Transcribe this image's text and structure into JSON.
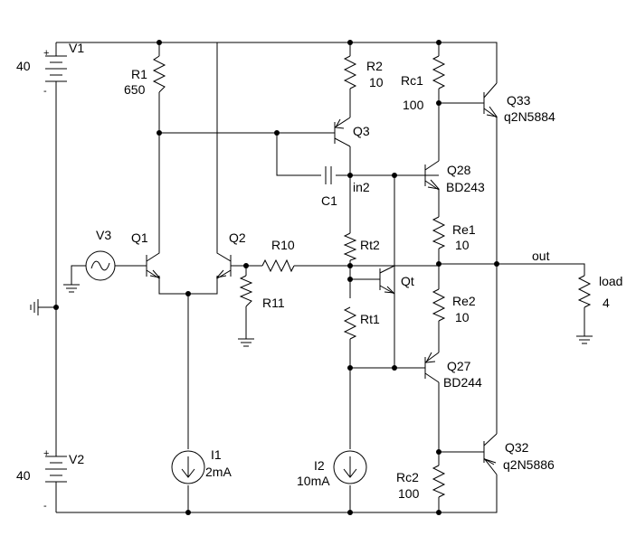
{
  "V1": {
    "name": "V1",
    "value": "40",
    "plus": "+",
    "minus": "-"
  },
  "V2": {
    "name": "V2",
    "value": "40",
    "plus": "+",
    "minus": "-"
  },
  "V3": {
    "name": "V3"
  },
  "R1": {
    "name": "R1",
    "value": "650"
  },
  "R2": {
    "name": "R2",
    "value": "10"
  },
  "R10": {
    "name": "R10"
  },
  "R11": {
    "name": "R11"
  },
  "Rt1": {
    "name": "Rt1"
  },
  "Rt2": {
    "name": "Rt2"
  },
  "Rc1": {
    "name": "Rc1",
    "value": "100"
  },
  "Rc2": {
    "name": "Rc2",
    "value": "100"
  },
  "Re1": {
    "name": "Re1",
    "value": "10"
  },
  "Re2": {
    "name": "Re2",
    "value": "10"
  },
  "C1": {
    "name": "C1"
  },
  "I1": {
    "name": "I1",
    "value": "2mA"
  },
  "I2": {
    "name": "I2",
    "value": "10mA"
  },
  "Q1": {
    "name": "Q1"
  },
  "Q2": {
    "name": "Q2"
  },
  "Q3": {
    "name": "Q3"
  },
  "Qt": {
    "name": "Qt"
  },
  "Q27": {
    "name": "Q27",
    "model": "BD244"
  },
  "Q28": {
    "name": "Q28",
    "model": "BD243"
  },
  "Q32": {
    "name": "Q32",
    "model": "q2N5886"
  },
  "Q33": {
    "name": "Q33",
    "model": "q2N5884"
  },
  "load": {
    "name": "load",
    "value": "4"
  },
  "nets": {
    "in2": "in2",
    "out": "out"
  }
}
